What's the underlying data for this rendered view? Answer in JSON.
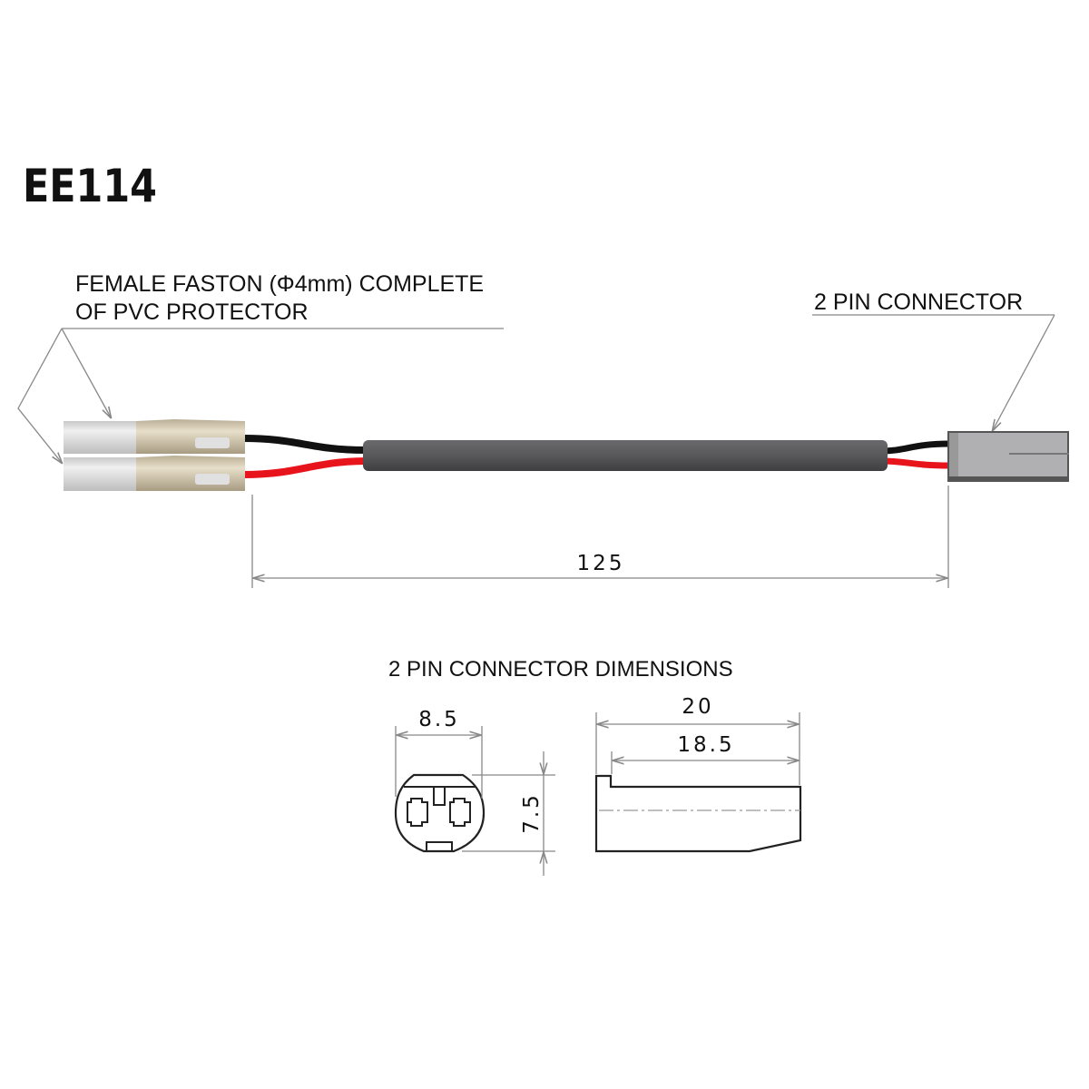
{
  "title": "EE114",
  "labels": {
    "faston_line1": "FEMALE FASTON (Φ4mm) COMPLETE",
    "faston_line2": "OF PVC PROTECTOR",
    "connector": "2 PIN CONNECTOR",
    "dimensions_heading": "2 PIN CONNECTOR  DIMENSIONS"
  },
  "dimensions": {
    "cable_length": "125",
    "connector_width": "8.5",
    "connector_height": "7.5",
    "connector_length": "20",
    "connector_body_length": "18.5"
  },
  "colors": {
    "sheath": "#58585a",
    "black_wire": "#111111",
    "red_wire": "#e8141c",
    "connector": "#a9a9ab",
    "faston_metal": "#d6ccb4",
    "faston_pvc": "#dcdcdc"
  }
}
